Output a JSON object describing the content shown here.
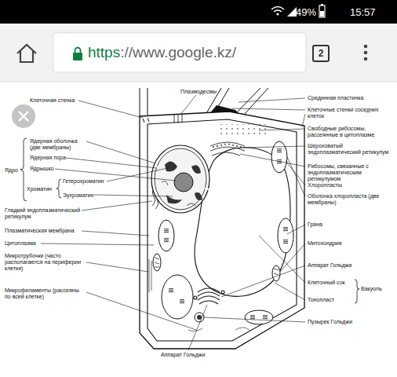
{
  "diagram": {
    "nodes": [
      {
        "text": [
          "https",
          "://www.google.kz/"
        ]
      },
      {
        "text": [
          "2"
        ]
      }
    ],
    "labels": [
      "49%",
      "15:57",
      "Плазмодесмы",
      "Срединная пластинка",
      "Клеточная стенка",
      "Клеточные стенки соседних клеток",
      "Ядерная оболочка (две мембраны)",
      "Свободные рибосомы, рассеянные в цитоплазме",
      "Ядерная пора",
      "Шероховатый эндоплазматический ретикулум",
      "Ядро",
      "Ядрышко",
      "Рибосомы, связанные с эндоплазматическим ретикулумом",
      "Хроматин",
      "Гетерохроматин",
      "Хлоропласты",
      "Эухроматин",
      "Оболочка хлоропласта (две мембраны)",
      "Гладкий эндоплазматический ретикулум",
      "Грана",
      "Плазматическая мембрана",
      "Митохондрия",
      "Цитоплазма",
      "Микротрубочки (часто располагаются на периферии клетки)",
      "Аппарат Гольджи",
      "Клеточный сок",
      "Вакуоль",
      "Тонопласт",
      "Микрофиламенты (рассеяны по всей клетке)",
      "Пузырек Гольджи",
      "Аппарат Гольджи"
    ]
  }
}
